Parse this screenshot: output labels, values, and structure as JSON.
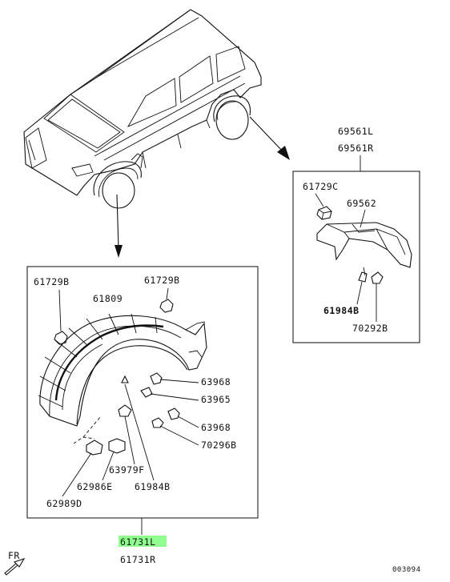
{
  "labels": {
    "top_l": "69561L",
    "top_r": "69561R",
    "rb_clip": "61729C",
    "rb_garnish": "69562",
    "rb_scr": "61984B",
    "rb_nut": "70292B",
    "m_clip_l": "61729B",
    "m_clip_r": "61729B",
    "m_flare": "61809",
    "m_p1": "63968",
    "m_p2": "63965",
    "m_p3": "63968",
    "m_p4": "70296B",
    "m_f": "63979F",
    "m_e": "62986E",
    "m_b": "61984B",
    "m_d": "62989D",
    "btm_l": "61731L",
    "btm_r": "61731R",
    "fr": "FR",
    "code": "003094"
  },
  "colors": {
    "highlight": "#7dff7d"
  }
}
